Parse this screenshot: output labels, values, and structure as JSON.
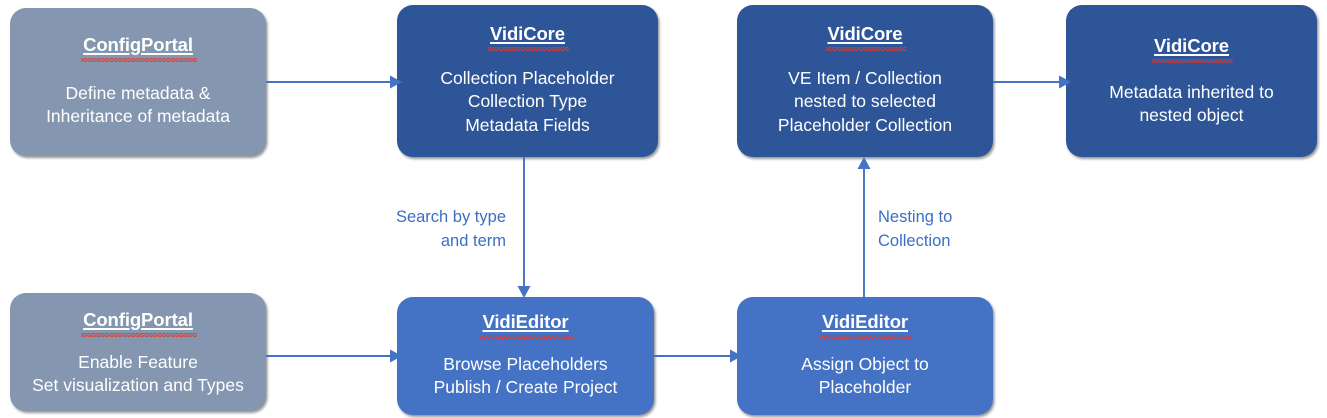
{
  "diagram": {
    "type": "flowchart",
    "palette": {
      "gray_node": "#8496B0",
      "dark_blue_node": "#2E5597",
      "medium_blue_node": "#4472C4",
      "arrow": "#4472C4",
      "label_text": "#3b6fc4",
      "node_text": "#FFFFFF",
      "spellcheck_squiggle": "#E03A2F"
    },
    "nodes": [
      {
        "id": "config-portal-metadata",
        "title": "ConfigPortal",
        "body": "Define metadata &\nInheritance of metadata",
        "style": "gray",
        "row": "top"
      },
      {
        "id": "vidicore-collection-placeholder",
        "title": "VidiCore",
        "body": "Collection Placeholder\nCollection Type\nMetadata Fields",
        "style": "dark-blue",
        "row": "top"
      },
      {
        "id": "vidicore-nested-placeholder",
        "title": "VidiCore",
        "body": "VE Item / Collection\nnested to selected\nPlaceholder Collection",
        "style": "dark-blue",
        "row": "top"
      },
      {
        "id": "vidicore-metadata-inherited",
        "title": "VidiCore",
        "body": "Metadata inherited to\nnested object",
        "style": "dark-blue",
        "row": "top"
      },
      {
        "id": "config-portal-enable-feature",
        "title": "ConfigPortal",
        "body": "Enable Feature\nSet visualization and Types",
        "style": "gray",
        "row": "bottom"
      },
      {
        "id": "vidieditor-browse-placeholders",
        "title": "VidiEditor",
        "body": "Browse Placeholders\nPublish / Create Project",
        "style": "medium-blue",
        "row": "bottom"
      },
      {
        "id": "vidieditor-assign-object",
        "title": "VidiEditor",
        "body": "Assign Object to\nPlaceholder",
        "style": "medium-blue",
        "row": "bottom"
      }
    ],
    "edge_labels": [
      {
        "id": "search-by-type-and-term",
        "text": "Search by type\nand term",
        "align": "right"
      },
      {
        "id": "nesting-to-collection",
        "text": "Nesting to\nCollection",
        "align": "left"
      }
    ],
    "connectors": [
      {
        "id": "config-portal-to-vidicore",
        "from": "config-portal-metadata",
        "to": "vidicore-collection-placeholder",
        "direction": "right"
      },
      {
        "id": "vidicore-nested-to-metadata-inherited",
        "from": "vidicore-nested-placeholder",
        "to": "vidicore-metadata-inherited",
        "direction": "right"
      },
      {
        "id": "vidicore-collection-to-vidieditor-browse",
        "from": "vidicore-collection-placeholder",
        "to": "vidieditor-browse-placeholders",
        "direction": "down"
      },
      {
        "id": "config-portal-enable-to-vidieditor-browse",
        "from": "config-portal-enable-feature",
        "to": "vidieditor-browse-placeholders",
        "direction": "right"
      },
      {
        "id": "vidieditor-browse-to-assign",
        "from": "vidieditor-browse-placeholders",
        "to": "vidieditor-assign-object",
        "direction": "right"
      },
      {
        "id": "vidieditor-assign-to-vidicore-nested",
        "from": "vidieditor-assign-object",
        "to": "vidicore-nested-placeholder",
        "direction": "up"
      }
    ]
  }
}
